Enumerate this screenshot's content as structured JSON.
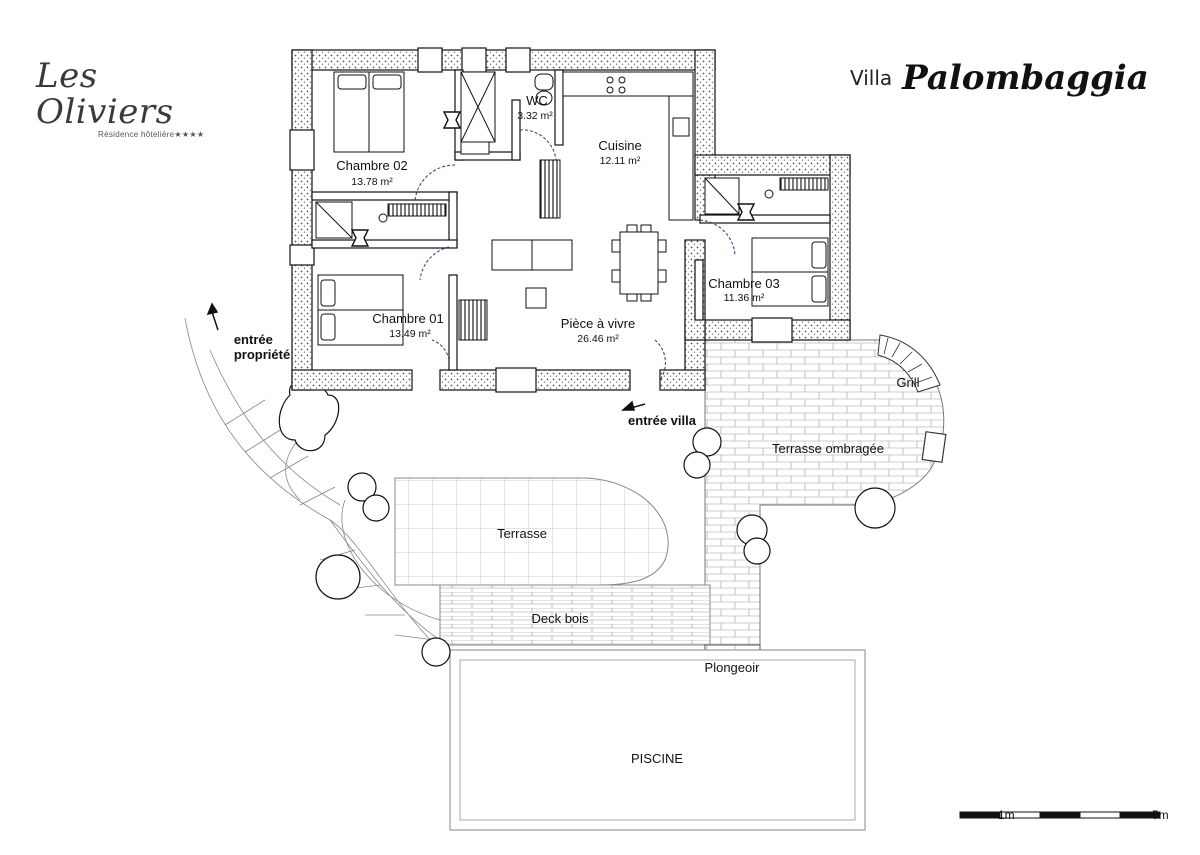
{
  "brand": {
    "name": "Les Oliviers",
    "tagline": "Résidence hôtelière★★★★"
  },
  "villa": {
    "prefix": "Villa",
    "name": "Palombaggia"
  },
  "rooms": {
    "chambre02": {
      "name": "Chambre 02",
      "area": "13.78 m²"
    },
    "wc": {
      "name": "WC",
      "area": "3.32 m²"
    },
    "cuisine": {
      "name": "Cuisine",
      "area": "12.11 m²"
    },
    "chambre03": {
      "name": "Chambre 03",
      "area": "11.36 m²"
    },
    "chambre01": {
      "name": "Chambre 01",
      "area": "13.49 m²"
    },
    "piece": {
      "name": "Pièce à vivre",
      "area": "26.46 m²"
    }
  },
  "entrances": {
    "propriete": "entrée\npropriété",
    "villa": "entrée villa"
  },
  "outdoor": {
    "grill": "Grill",
    "terrasse_ombragee": "Terrasse ombragée",
    "terrasse": "Terrasse",
    "deck": "Deck bois",
    "plongeoir": "Plongeoir",
    "piscine": "PISCINE"
  },
  "scale": {
    "start": "1m",
    "end": "5m"
  }
}
